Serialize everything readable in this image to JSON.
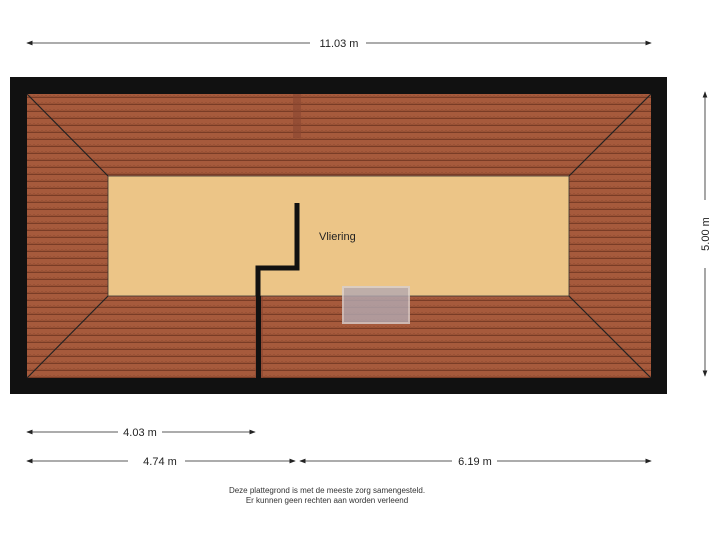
{
  "floorplan": {
    "room_name": "Vliering",
    "dimensions": {
      "top_width": "11.03 m",
      "right_height": "5.00 m",
      "bottom_left_inner": "4.03 m",
      "bottom_left": "4.74 m",
      "bottom_right": "6.19 m"
    },
    "colors": {
      "wall": "#111111",
      "roof": "#a65a3c",
      "roof_line": "#6e3420",
      "floor": "#ecc587",
      "hatch": "#b3a9b2"
    }
  },
  "disclaimer": {
    "line1": "Deze plattegrond is met de meeste zorg samengesteld.",
    "line2": "Er kunnen geen rechten aan worden verleend"
  }
}
